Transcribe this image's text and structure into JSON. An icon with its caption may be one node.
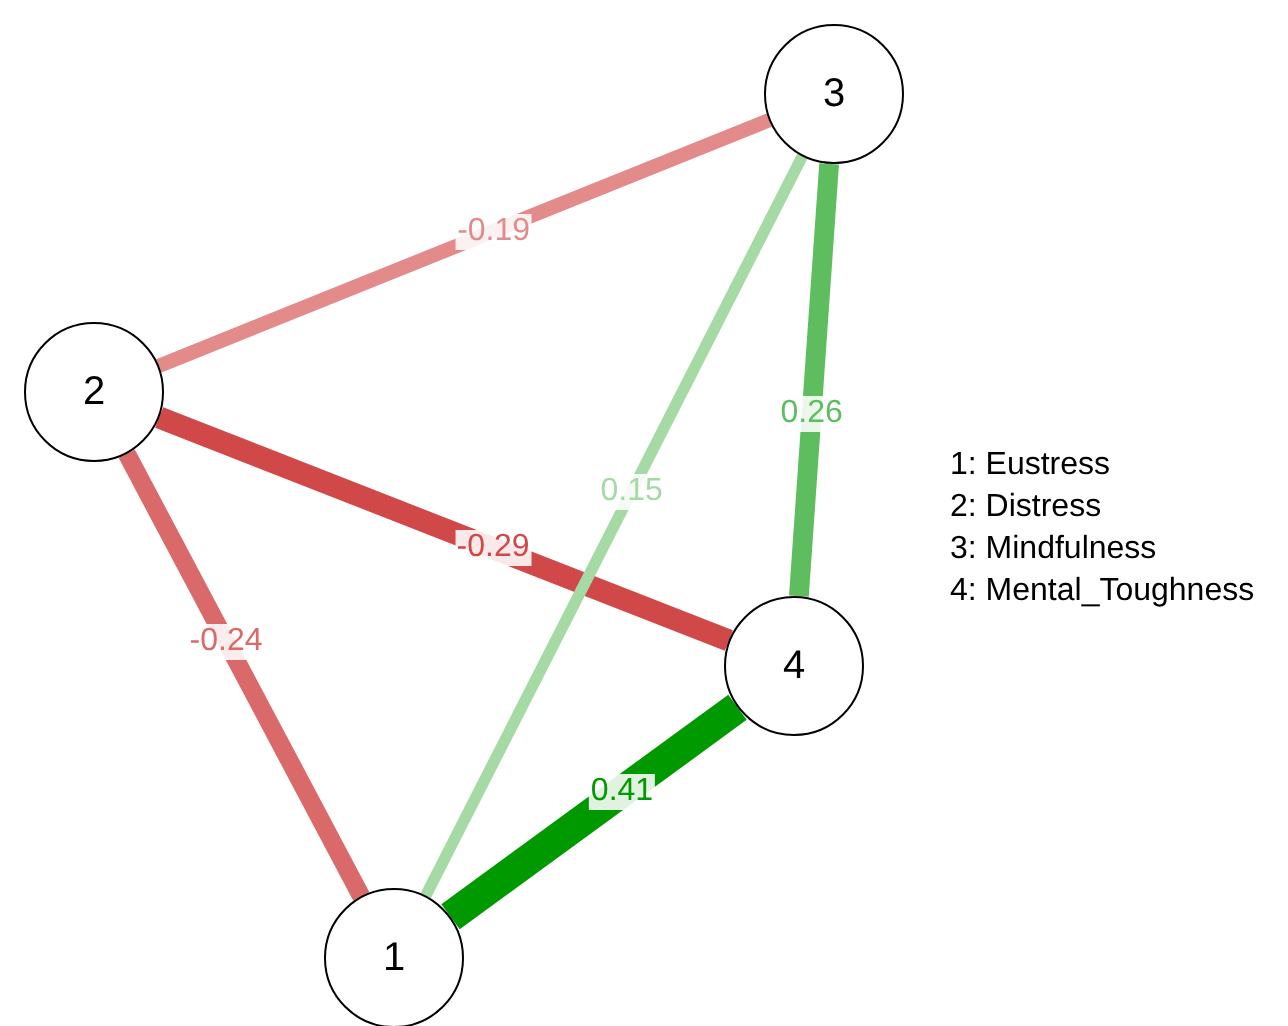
{
  "diagram": {
    "nodes": [
      {
        "text": [
          "1"
        ]
      },
      {
        "text": [
          "2"
        ]
      },
      {
        "text": [
          "3"
        ]
      },
      {
        "text": [
          "4"
        ]
      }
    ],
    "edges": [
      {
        "from": 1,
        "to": 2,
        "arrow": "none",
        "label": "-0.19",
        "color": "#e38b8b"
      },
      {
        "from": 1,
        "to": 3,
        "arrow": "none",
        "label": "-0.29",
        "color": "#d04848"
      },
      {
        "from": 1,
        "to": 0,
        "arrow": "none",
        "label": "-0.24",
        "color": "#da6a6a"
      },
      {
        "from": 2,
        "to": 0,
        "arrow": "none",
        "label": "0.15",
        "color": "#a5daa5"
      },
      {
        "from": 2,
        "to": 3,
        "arrow": "none",
        "label": "0.26",
        "color": "#5ebd5e"
      },
      {
        "from": 0,
        "to": 3,
        "arrow": "none",
        "label": "0.41",
        "color": "#009a00"
      }
    ],
    "labels": [
      "1: Eustress",
      "2: Distress",
      "3: Mindfulness",
      "4: Mental_Toughness"
    ]
  }
}
